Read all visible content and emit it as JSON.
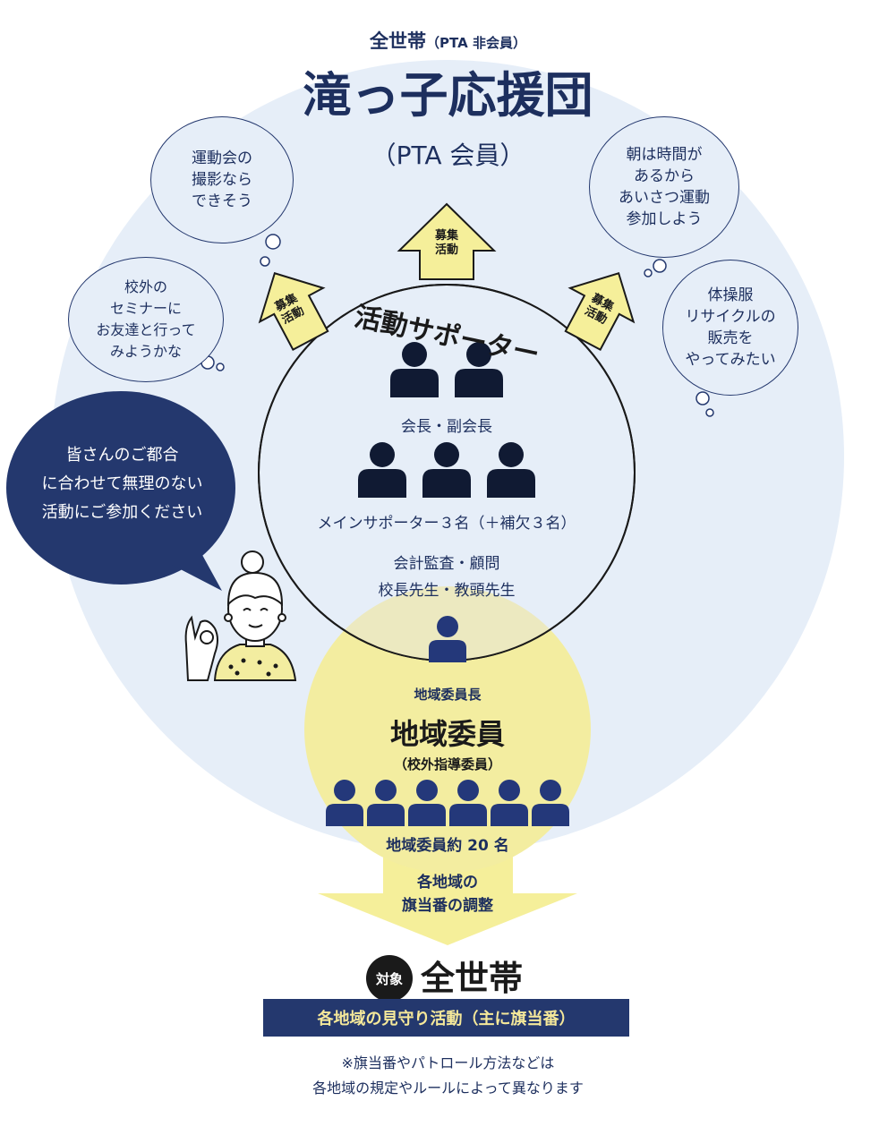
{
  "header": {
    "top_label_main": "全世帯",
    "top_label_sub": "（PTA 非会員）",
    "title": "滝っ子応援団",
    "subtitle": "（PTA 会員）"
  },
  "thought_bubbles": [
    "運動会の\n撮影なら\nできそう",
    "朝は時間が\nあるから\nあいさつ運動\n参加しよう",
    "校外の\nセミナーに\nお友達と行って\nみようかな",
    "体操服\nリサイクルの\n販売を\nやってみたい"
  ],
  "arrows": {
    "recruit_label": "募集",
    "activity_label": "活動"
  },
  "speech_bubble": "皆さんのご都合\nに合わせて無理のない\n活動にご参加ください",
  "supporter_circle": {
    "title": "活動サポーター",
    "row1_label": "会長・副会長",
    "row2_label": "メインサポーター３名（＋補欠３名）",
    "row3_label": "会計監査・顧問",
    "row4_label": "校長先生・教頭先生"
  },
  "regional": {
    "leader_label": "地域委員長",
    "title": "地域委員",
    "subtitle": "（校外指導委員）",
    "count_label": "地域委員約 20 名",
    "arrow_text": "各地域の\n旗当番の調整"
  },
  "target": {
    "badge": "対象",
    "title": "全世帯",
    "banner": "各地域の見守り活動（主に旗当番）",
    "note": "※旗当番やパトロール方法などは\n各地域の規定やルールによって異なります"
  },
  "colors": {
    "navy": "#24386e",
    "light_blue": "#e6eef8",
    "yellow": "#f3eda0",
    "arrow_yellow": "#f5ef9a",
    "person_dark": "#101a33",
    "person_navy": "#24387a"
  }
}
